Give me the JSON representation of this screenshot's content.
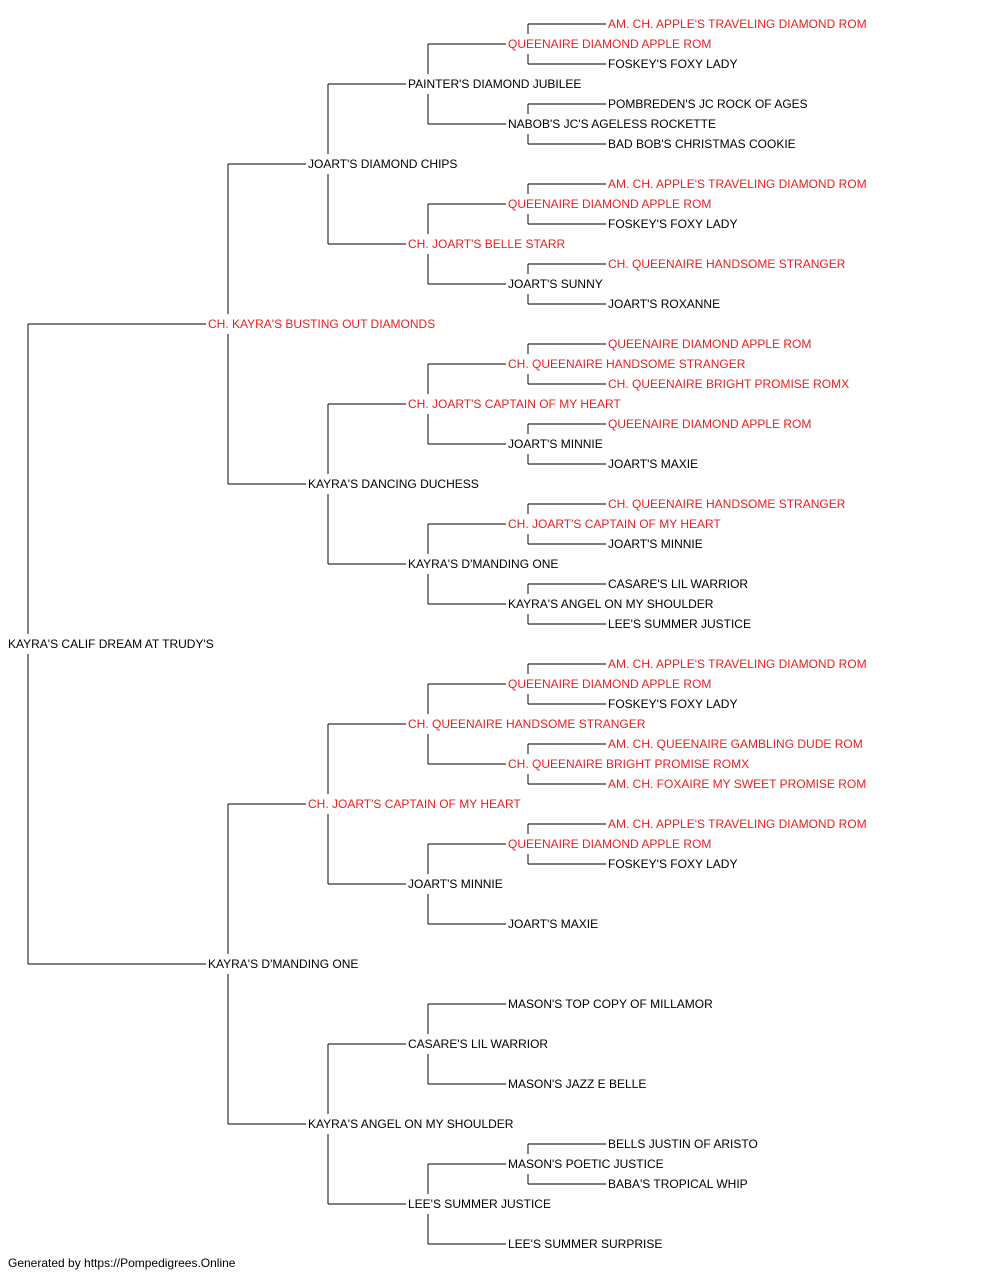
{
  "colors": {
    "champion": "#e8211f",
    "normal": "#000000",
    "line": "#333333"
  },
  "pedigree": {
    "name": "KAYRA'S CALIF DREAM AT TRUDY'S",
    "titled": false,
    "sire": {
      "name": "CH. KAYRA'S BUSTING OUT DIAMONDS",
      "titled": true,
      "sire": {
        "name": "JOART'S DIAMOND CHIPS",
        "titled": false,
        "sire": {
          "name": "PAINTER'S DIAMOND JUBILEE",
          "titled": false,
          "sire": {
            "name": "QUEENAIRE DIAMOND APPLE ROM",
            "titled": true,
            "sire": {
              "name": "AM. CH. APPLE'S TRAVELING DIAMOND ROM",
              "titled": true
            },
            "dam": {
              "name": "FOSKEY'S FOXY LADY",
              "titled": false
            }
          },
          "dam": {
            "name": "NABOB'S JC'S AGELESS ROCKETTE",
            "titled": false,
            "sire": {
              "name": "POMBREDEN'S JC ROCK OF AGES",
              "titled": false
            },
            "dam": {
              "name": "BAD BOB'S CHRISTMAS COOKIE",
              "titled": false
            }
          }
        },
        "dam": {
          "name": "CH. JOART'S BELLE STARR",
          "titled": true,
          "sire": {
            "name": "QUEENAIRE DIAMOND APPLE ROM",
            "titled": true,
            "sire": {
              "name": "AM. CH. APPLE'S TRAVELING DIAMOND ROM",
              "titled": true
            },
            "dam": {
              "name": "FOSKEY'S FOXY LADY",
              "titled": false
            }
          },
          "dam": {
            "name": "JOART'S SUNNY",
            "titled": false,
            "sire": {
              "name": "CH. QUEENAIRE HANDSOME STRANGER",
              "titled": true
            },
            "dam": {
              "name": "JOART'S ROXANNE",
              "titled": false
            }
          }
        }
      },
      "dam": {
        "name": "KAYRA'S DANCING DUCHESS",
        "titled": false,
        "sire": {
          "name": "CH. JOART'S CAPTAIN OF MY HEART",
          "titled": true,
          "sire": {
            "name": "CH. QUEENAIRE HANDSOME STRANGER",
            "titled": true,
            "sire": {
              "name": "QUEENAIRE DIAMOND APPLE ROM",
              "titled": true
            },
            "dam": {
              "name": "CH. QUEENAIRE BRIGHT PROMISE ROMX",
              "titled": true
            }
          },
          "dam": {
            "name": "JOART'S MINNIE",
            "titled": false,
            "sire": {
              "name": "QUEENAIRE DIAMOND APPLE ROM",
              "titled": true
            },
            "dam": {
              "name": "JOART'S MAXIE",
              "titled": false
            }
          }
        },
        "dam": {
          "name": "KAYRA'S D'MANDING ONE",
          "titled": false,
          "sire": {
            "name": "CH. JOART'S CAPTAIN OF MY HEART",
            "titled": true,
            "sire": {
              "name": "CH. QUEENAIRE HANDSOME STRANGER",
              "titled": true
            },
            "dam": {
              "name": "JOART'S MINNIE",
              "titled": false
            }
          },
          "dam": {
            "name": "KAYRA'S ANGEL ON MY SHOULDER",
            "titled": false,
            "sire": {
              "name": "CASARE'S LIL WARRIOR",
              "titled": false
            },
            "dam": {
              "name": "LEE'S SUMMER JUSTICE",
              "titled": false
            }
          }
        }
      }
    },
    "dam": {
      "name": "KAYRA'S D'MANDING ONE",
      "titled": false,
      "sire": {
        "name": "CH. JOART'S CAPTAIN OF MY HEART",
        "titled": true,
        "sire": {
          "name": "CH. QUEENAIRE HANDSOME STRANGER",
          "titled": true,
          "sire": {
            "name": "QUEENAIRE DIAMOND APPLE ROM",
            "titled": true,
            "sire": {
              "name": "AM. CH. APPLE'S TRAVELING DIAMOND ROM",
              "titled": true
            },
            "dam": {
              "name": "FOSKEY'S FOXY LADY",
              "titled": false
            }
          },
          "dam": {
            "name": "CH. QUEENAIRE BRIGHT PROMISE ROMX",
            "titled": true,
            "sire": {
              "name": "AM. CH. QUEENAIRE GAMBLING DUDE ROM",
              "titled": true
            },
            "dam": {
              "name": "AM. CH. FOXAIRE MY SWEET PROMISE ROM",
              "titled": true
            }
          }
        },
        "dam": {
          "name": "JOART'S MINNIE",
          "titled": false,
          "sire": {
            "name": "QUEENAIRE DIAMOND APPLE ROM",
            "titled": true,
            "sire": {
              "name": "AM. CH. APPLE'S TRAVELING DIAMOND ROM",
              "titled": true
            },
            "dam": {
              "name": "FOSKEY'S FOXY LADY",
              "titled": false
            }
          },
          "dam": {
            "name": "JOART'S MAXIE",
            "titled": false
          }
        }
      },
      "dam": {
        "name": "KAYRA'S ANGEL ON MY SHOULDER",
        "titled": false,
        "sire": {
          "name": "CASARE'S LIL WARRIOR",
          "titled": false,
          "sire": {
            "name": "MASON'S TOP COPY OF MILLAMOR",
            "titled": false
          },
          "dam": {
            "name": "MASON'S JAZZ E BELLE",
            "titled": false
          }
        },
        "dam": {
          "name": "LEE'S SUMMER JUSTICE",
          "titled": false,
          "sire": {
            "name": "MASON'S POETIC JUSTICE",
            "titled": false,
            "sire": {
              "name": "BELLS JUSTIN OF ARISTO",
              "titled": false
            },
            "dam": {
              "name": "BABA'S TROPICAL WHIP",
              "titled": false
            }
          },
          "dam": {
            "name": "LEE'S SUMMER SURPRISE",
            "titled": false
          }
        }
      }
    }
  },
  "footer": {
    "text": "Generated by https://Pompedigrees.Online"
  }
}
